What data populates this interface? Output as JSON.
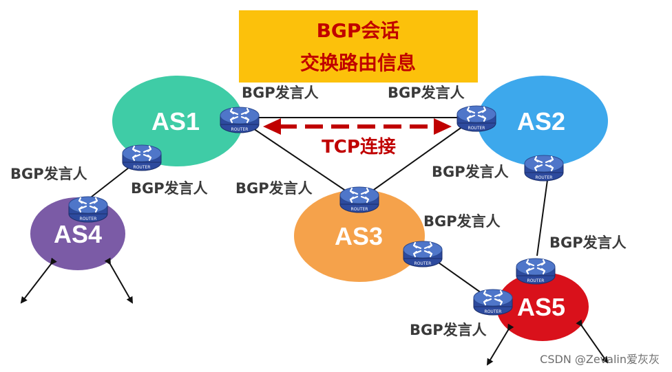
{
  "session_box": {
    "line1": "BGP会话",
    "line2": "交换路由信息",
    "fill": "#fcc10b"
  },
  "tcp_label": "TCP连接",
  "as_nodes": {
    "as1": {
      "label": "AS1",
      "color": "#3fcca6"
    },
    "as2": {
      "label": "AS2",
      "color": "#3da8ec"
    },
    "as3": {
      "label": "AS3",
      "color": "#f5a24b"
    },
    "as4": {
      "label": "AS4",
      "color": "#7b5ba6"
    },
    "as5": {
      "label": "AS5",
      "color": "#d9111b"
    }
  },
  "speaker_labels": {
    "as1_top": "BGP发言人",
    "as2_top": "BGP发言人",
    "as4_left": "BGP发言人",
    "as1_lower": "BGP发言人",
    "as3_top": "BGP发言人",
    "as2_lower": "BGP发言人",
    "as3_right": "BGP发言人",
    "as5_top": "BGP发言人",
    "as5_left": "BGP发言人"
  },
  "router_caption": "ROUTER",
  "router_icon": "router-icon",
  "watermark": "CSDN @Zevalin爱灰灰"
}
